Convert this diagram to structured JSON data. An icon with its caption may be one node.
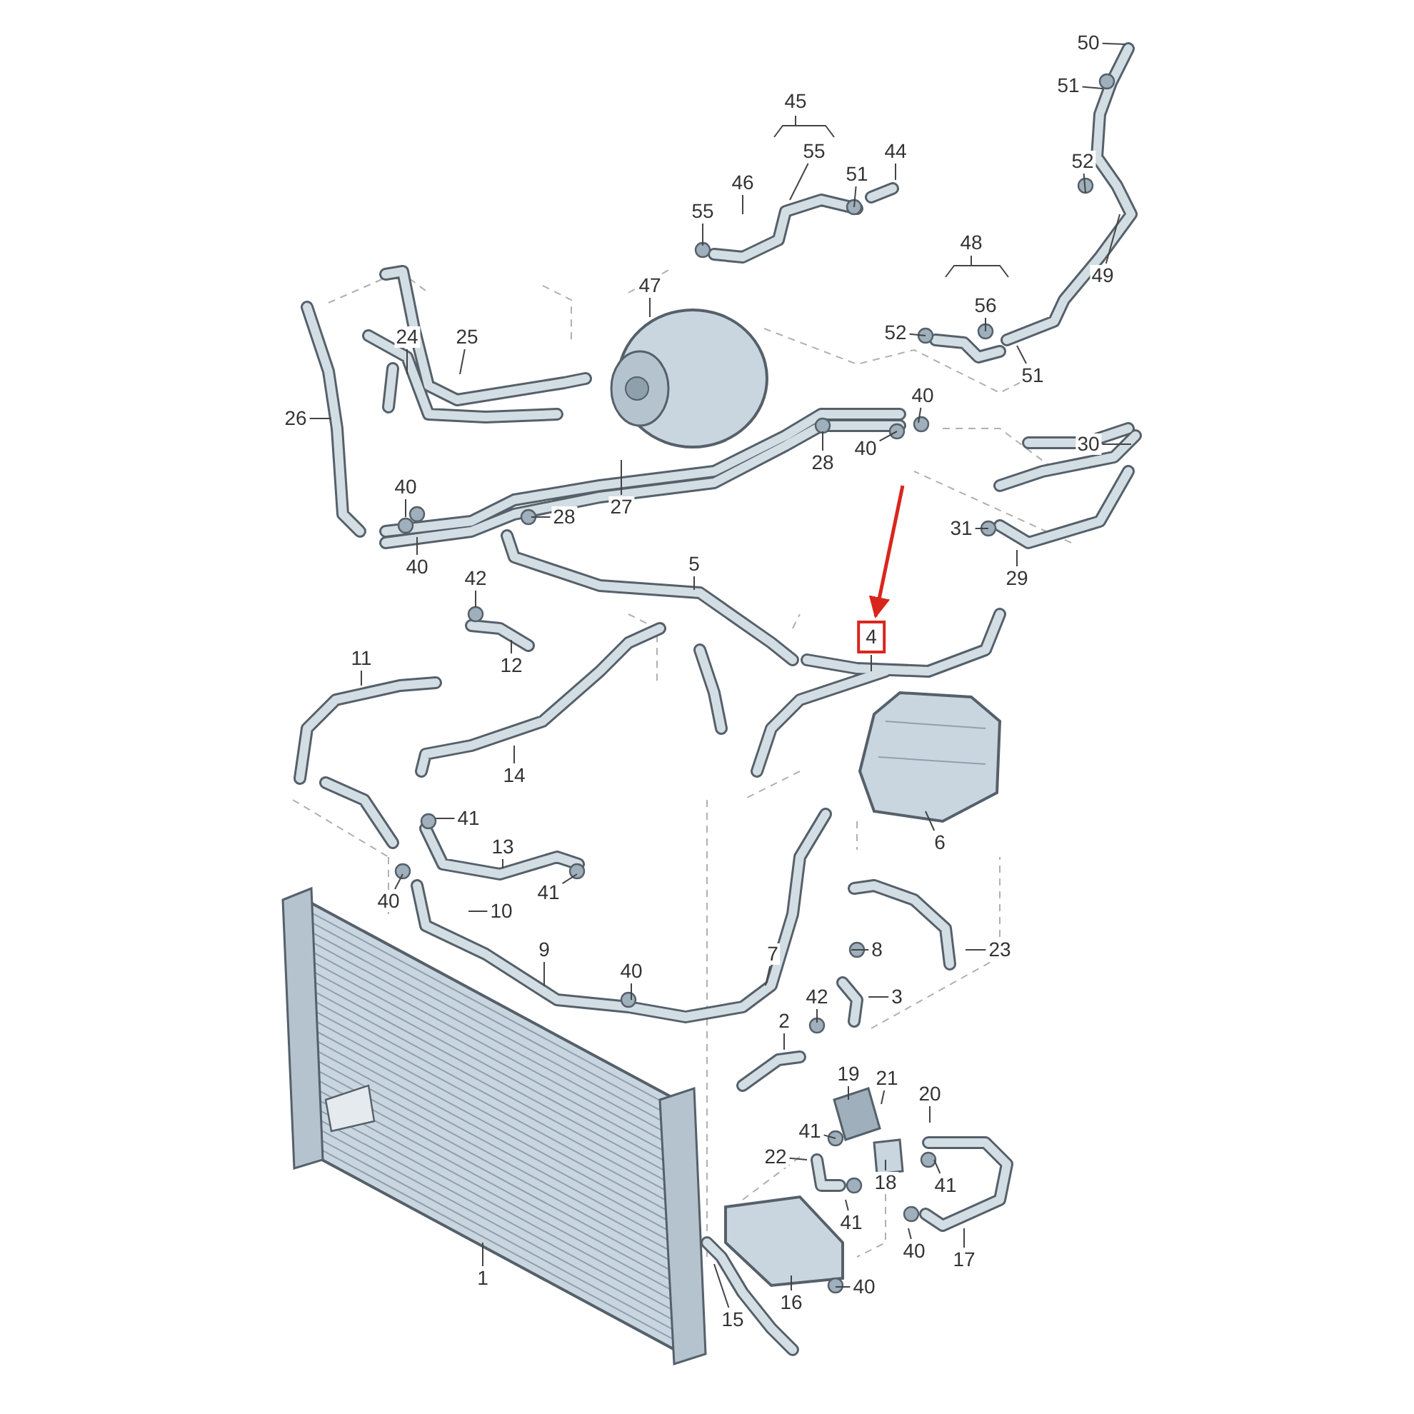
{
  "diagram": {
    "nodes": [
      {
        "text": [
          "50"
        ]
      },
      {
        "text": [
          "45"
        ]
      },
      {
        "text": [
          "51"
        ]
      },
      {
        "text": [
          "55"
        ]
      },
      {
        "text": [
          "44"
        ]
      },
      {
        "text": [
          "52"
        ]
      },
      {
        "text": [
          "46"
        ]
      },
      {
        "text": [
          "51"
        ]
      },
      {
        "text": [
          "55"
        ]
      },
      {
        "text": [
          "48"
        ]
      },
      {
        "text": [
          "49"
        ]
      },
      {
        "text": [
          "47"
        ]
      },
      {
        "text": [
          "56"
        ]
      },
      {
        "text": [
          "52"
        ]
      },
      {
        "text": [
          "24"
        ]
      },
      {
        "text": [
          "25"
        ]
      },
      {
        "text": [
          "51"
        ]
      },
      {
        "text": [
          "40"
        ]
      },
      {
        "text": [
          "26"
        ]
      },
      {
        "text": [
          "30"
        ]
      },
      {
        "text": [
          "40"
        ]
      },
      {
        "text": [
          "28"
        ]
      },
      {
        "text": [
          "40"
        ]
      },
      {
        "text": [
          "27"
        ]
      },
      {
        "text": [
          "28"
        ]
      },
      {
        "text": [
          "31"
        ]
      },
      {
        "text": [
          "5"
        ]
      },
      {
        "text": [
          "40"
        ]
      },
      {
        "text": [
          "29"
        ]
      },
      {
        "text": [
          "42"
        ]
      },
      {
        "text": [
          "4"
        ]
      },
      {
        "text": [
          "11"
        ]
      },
      {
        "text": [
          "12"
        ]
      },
      {
        "text": [
          "14"
        ]
      },
      {
        "text": [
          "41"
        ]
      },
      {
        "text": [
          "6"
        ]
      },
      {
        "text": [
          "13"
        ]
      },
      {
        "text": [
          "41"
        ]
      },
      {
        "text": [
          "40"
        ]
      },
      {
        "text": [
          "10"
        ]
      },
      {
        "text": [
          "8"
        ]
      },
      {
        "text": [
          "23"
        ]
      },
      {
        "text": [
          "9"
        ]
      },
      {
        "text": [
          "7"
        ]
      },
      {
        "text": [
          "40"
        ]
      },
      {
        "text": [
          "3"
        ]
      },
      {
        "text": [
          "42"
        ]
      },
      {
        "text": [
          "2"
        ]
      },
      {
        "text": [
          "19"
        ]
      },
      {
        "text": [
          "21"
        ]
      },
      {
        "text": [
          "20"
        ]
      },
      {
        "text": [
          "41"
        ]
      },
      {
        "text": [
          "22"
        ]
      },
      {
        "text": [
          "41"
        ]
      },
      {
        "text": [
          "18"
        ]
      },
      {
        "text": [
          "41"
        ]
      },
      {
        "text": [
          "40"
        ]
      },
      {
        "text": [
          "17"
        ]
      },
      {
        "text": [
          "1"
        ]
      },
      {
        "text": [
          "40"
        ]
      },
      {
        "text": [
          "16"
        ]
      },
      {
        "text": [
          "15"
        ]
      }
    ],
    "edges": [
      {
        "from": 0,
        "to": null,
        "arrow": "none"
      },
      {
        "from": 2,
        "to": null,
        "arrow": "none"
      },
      {
        "from": 3,
        "to": null,
        "arrow": "none"
      },
      {
        "from": 4,
        "to": null,
        "arrow": "none"
      },
      {
        "from": 5,
        "to": null,
        "arrow": "none"
      },
      {
        "from": 6,
        "to": null,
        "arrow": "none"
      },
      {
        "from": 7,
        "to": null,
        "arrow": "none"
      },
      {
        "from": 8,
        "to": null,
        "arrow": "none"
      },
      {
        "from": 10,
        "to": null,
        "arrow": "none"
      },
      {
        "from": 11,
        "to": null,
        "arrow": "none"
      },
      {
        "from": 12,
        "to": null,
        "arrow": "none"
      },
      {
        "from": 13,
        "to": null,
        "arrow": "none"
      },
      {
        "from": 14,
        "to": null,
        "arrow": "none"
      },
      {
        "from": 15,
        "to": null,
        "arrow": "none"
      },
      {
        "from": 16,
        "to": null,
        "arrow": "none"
      },
      {
        "from": 17,
        "to": null,
        "arrow": "none"
      },
      {
        "from": 18,
        "to": null,
        "arrow": "none"
      },
      {
        "from": 19,
        "to": null,
        "arrow": "none"
      },
      {
        "from": 20,
        "to": null,
        "arrow": "none"
      },
      {
        "from": 21,
        "to": null,
        "arrow": "none"
      },
      {
        "from": 22,
        "to": null,
        "arrow": "none"
      },
      {
        "from": 23,
        "to": null,
        "arrow": "none"
      },
      {
        "from": 24,
        "to": null,
        "arrow": "none"
      },
      {
        "from": 25,
        "to": null,
        "arrow": "none"
      },
      {
        "from": 26,
        "to": null,
        "arrow": "none"
      },
      {
        "from": 27,
        "to": null,
        "arrow": "none"
      },
      {
        "from": 28,
        "to": null,
        "arrow": "none"
      },
      {
        "from": 29,
        "to": null,
        "arrow": "none"
      },
      {
        "from": 30,
        "to": null,
        "arrow": "none"
      },
      {
        "from": 31,
        "to": null,
        "arrow": "none"
      },
      {
        "from": 32,
        "to": null,
        "arrow": "none"
      },
      {
        "from": 33,
        "to": null,
        "arrow": "none"
      },
      {
        "from": 34,
        "to": null,
        "arrow": "none"
      },
      {
        "from": 35,
        "to": null,
        "arrow": "none"
      },
      {
        "from": 36,
        "to": null,
        "arrow": "none"
      },
      {
        "from": 37,
        "to": null,
        "arrow": "none"
      },
      {
        "from": 38,
        "to": null,
        "arrow": "none"
      },
      {
        "from": 39,
        "to": null,
        "arrow": "none"
      },
      {
        "from": 40,
        "to": null,
        "arrow": "none"
      },
      {
        "from": 41,
        "to": null,
        "arrow": "none"
      },
      {
        "from": 42,
        "to": null,
        "arrow": "none"
      },
      {
        "from": 43,
        "to": null,
        "arrow": "none"
      },
      {
        "from": 44,
        "to": null,
        "arrow": "none"
      },
      {
        "from": 45,
        "to": null,
        "arrow": "none"
      },
      {
        "from": 46,
        "to": null,
        "arrow": "none"
      },
      {
        "from": 47,
        "to": null,
        "arrow": "none"
      },
      {
        "from": 48,
        "to": null,
        "arrow": "none"
      },
      {
        "from": 49,
        "to": null,
        "arrow": "none"
      },
      {
        "from": 50,
        "to": null,
        "arrow": "none"
      },
      {
        "from": 51,
        "to": null,
        "arrow": "none"
      },
      {
        "from": 52,
        "to": null,
        "arrow": "none"
      },
      {
        "from": 53,
        "to": null,
        "arrow": "none"
      },
      {
        "from": 54,
        "to": null,
        "arrow": "none"
      },
      {
        "from": 55,
        "to": null,
        "arrow": "none"
      },
      {
        "from": 56,
        "to": null,
        "arrow": "none"
      },
      {
        "from": 57,
        "to": null,
        "arrow": "none"
      },
      {
        "from": 58,
        "to": null,
        "arrow": "none"
      },
      {
        "from": 59,
        "to": null,
        "arrow": "none"
      },
      {
        "from": 60,
        "to": null,
        "arrow": "none"
      },
      {
        "from": 61,
        "to": null,
        "arrow": "none"
      },
      {
        "from": null,
        "to": 30,
        "arrow": "to",
        "style": "thick",
        "color": "#d9261c"
      }
    ]
  }
}
